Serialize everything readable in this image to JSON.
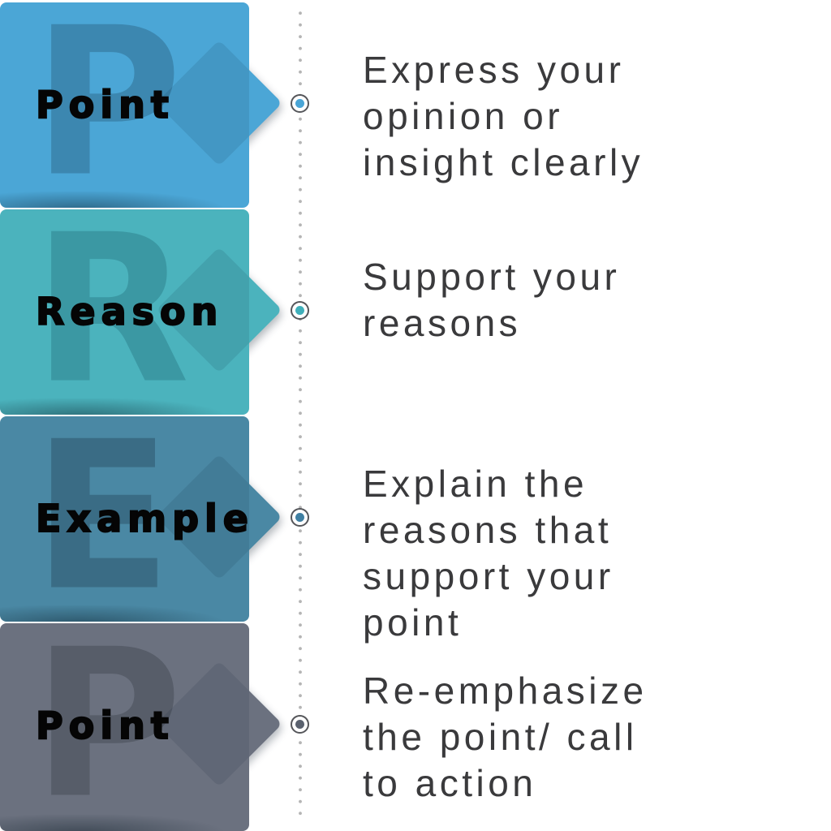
{
  "colors": {
    "background": "#ffffff",
    "description_text": "#3a3a3c",
    "dotted_line": "#b5b5b5",
    "marker_ring": "#55565a",
    "marker_fill": "#ffffff",
    "label_text": "#050505"
  },
  "icons": {
    "timeline_marker": "double-circle-bullet",
    "banner_shape": "right-pointing-arrow-banner"
  },
  "rows": [
    {
      "letter": "P",
      "label": "Point",
      "lines": [
        "Express your",
        "opinion or",
        "insight clearly"
      ],
      "text": "Express your opinion or insight clearly",
      "banner_color": "#4BA6D6",
      "letter_color": "#3C87B0",
      "dot_color": "#4AA5D6"
    },
    {
      "letter": "R",
      "label": "Reason",
      "lines": [
        "Support your",
        "reasons"
      ],
      "text": "Support your reasons",
      "banner_color": "#4BB3BD",
      "letter_color": "#3B98A3",
      "dot_color": "#3FAFBA"
    },
    {
      "letter": "E",
      "label": "Example",
      "lines": [
        "Explain the",
        "reasons that",
        "support your",
        "point"
      ],
      "text": "Explain the reasons that support your point",
      "banner_color": "#4A88A4",
      "letter_color": "#3A6C85",
      "dot_color": "#3F7FA2"
    },
    {
      "letter": "P",
      "label": "Point",
      "lines": [
        "Re-emphasize",
        "the point/ call",
        "to action"
      ],
      "text": "Re-emphasize the point/ call to action",
      "banner_color": "#6B717F",
      "letter_color": "#575D69",
      "dot_color": "#5A616E"
    }
  ]
}
